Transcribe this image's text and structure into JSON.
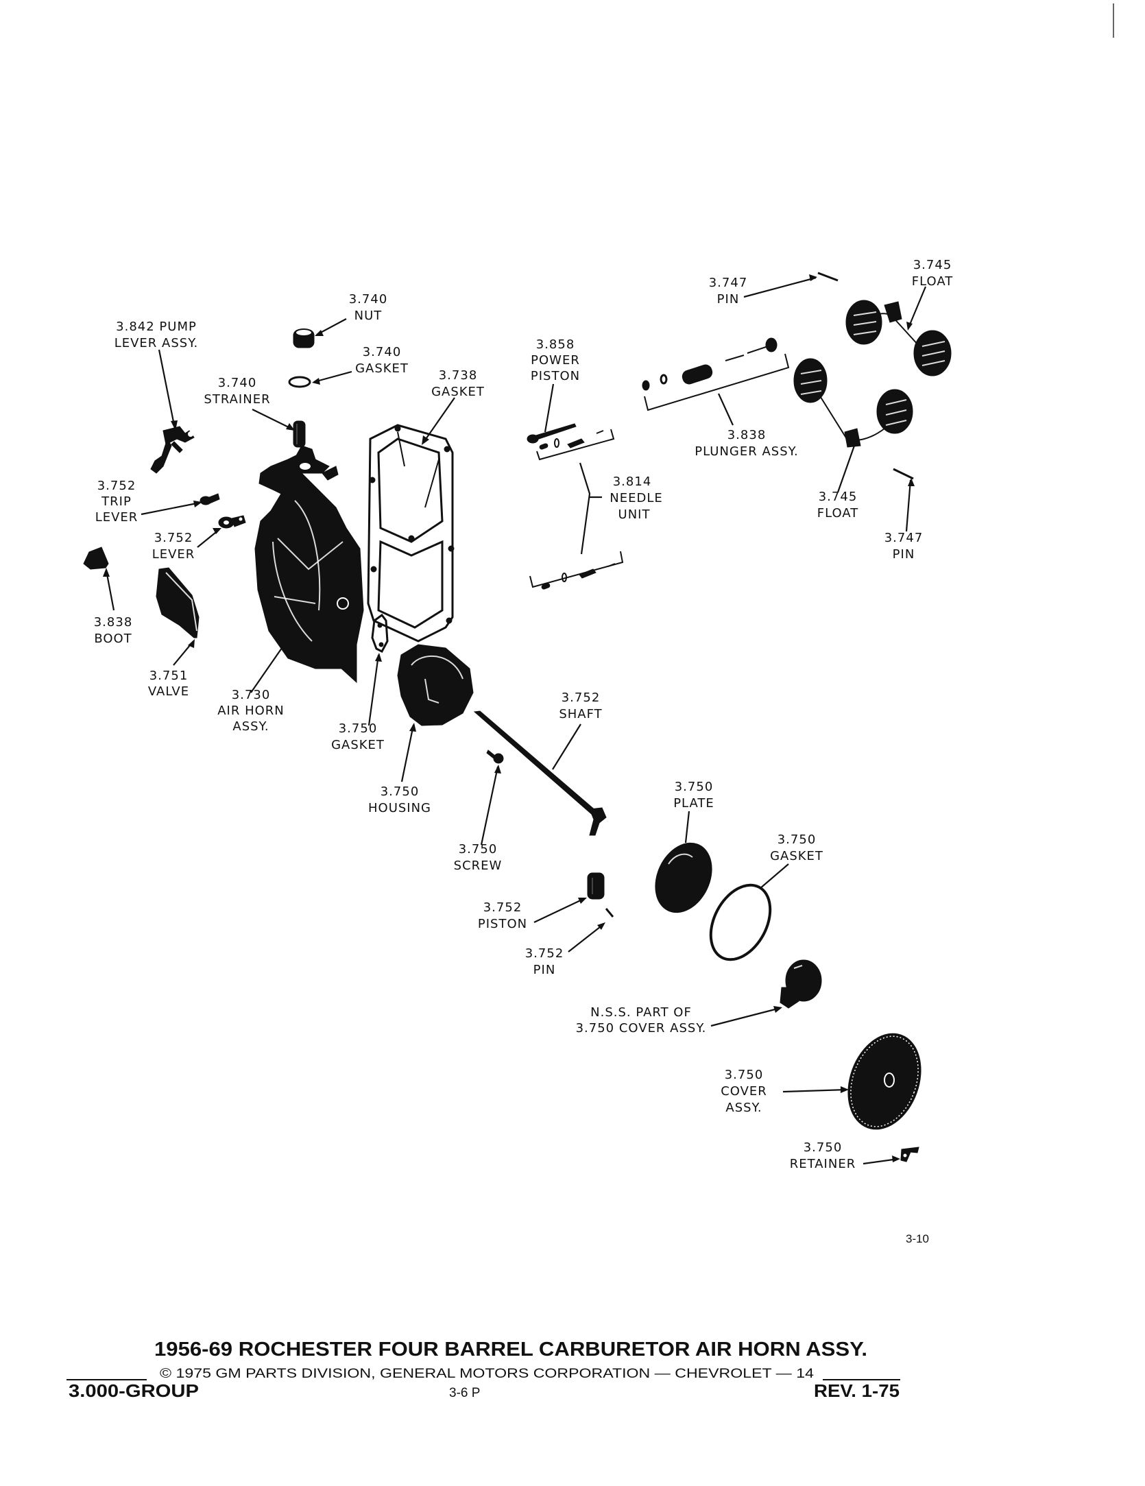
{
  "diagram": {
    "title": "1956-69 ROCHESTER FOUR BARREL CARBURETOR AIR HORN ASSY.",
    "figure_number": "3-10",
    "copyright": "© 1975 GM PARTS DIVISION, GENERAL MOTORS CORPORATION — CHEVROLET — 14",
    "group": "3.000-GROUP",
    "page": "3-6 P",
    "revision": "REV. 1-75",
    "callouts": {
      "pump_lever": {
        "number": "3.842 PUMP",
        "name": "LEVER ASSY."
      },
      "nut": {
        "number": "3.740",
        "name": "NUT"
      },
      "gasket_nut": {
        "number": "3.740",
        "name": "GASKET"
      },
      "strainer": {
        "number": "3.740",
        "name": "STRAINER"
      },
      "gasket_airhorn": {
        "number": "3.738",
        "name": "GASKET"
      },
      "power_piston": {
        "number": "3.858",
        "name1": "POWER",
        "name2": "PISTON"
      },
      "pin_top": {
        "number": "3.747",
        "name": "PIN"
      },
      "float_top": {
        "number": "3.745",
        "name": "FLOAT"
      },
      "plunger": {
        "number": "3.838",
        "name": "PLUNGER ASSY."
      },
      "needle_unit": {
        "number": "3.814",
        "name1": "NEEDLE",
        "name2": "UNIT"
      },
      "trip_lever": {
        "number": "3.752",
        "name1": "TRIP",
        "name2": "LEVER"
      },
      "lever": {
        "number": "3.752",
        "name": "LEVER"
      },
      "boot": {
        "number": "3.838",
        "name": "BOOT"
      },
      "valve": {
        "number": "3.751",
        "name": "VALVE"
      },
      "air_horn": {
        "number": "3.730",
        "name1": "AIR HORN",
        "name2": "ASSY."
      },
      "gasket_housing": {
        "number": "3.750",
        "name": "GASKET"
      },
      "housing": {
        "number": "3.750",
        "name": "HOUSING"
      },
      "shaft": {
        "number": "3.752",
        "name": "SHAFT"
      },
      "screw": {
        "number": "3.750",
        "name": "SCREW"
      },
      "plate": {
        "number": "3.750",
        "name": "PLATE"
      },
      "gasket_cover": {
        "number": "3.750",
        "name": "GASKET"
      },
      "piston": {
        "number": "3.752",
        "name": "PISTON"
      },
      "pin_piston": {
        "number": "3.752",
        "name": "PIN"
      },
      "nss": {
        "line1": "N.S.S. PART OF",
        "line2": "3.750 COVER ASSY."
      },
      "cover": {
        "number": "3.750",
        "name1": "COVER",
        "name2": "ASSY."
      },
      "retainer": {
        "number": "3.750",
        "name": "RETAINER"
      },
      "float_bottom": {
        "number": "3.745",
        "name": "FLOAT"
      },
      "pin_right": {
        "number": "3.747",
        "name": "PIN"
      }
    }
  }
}
